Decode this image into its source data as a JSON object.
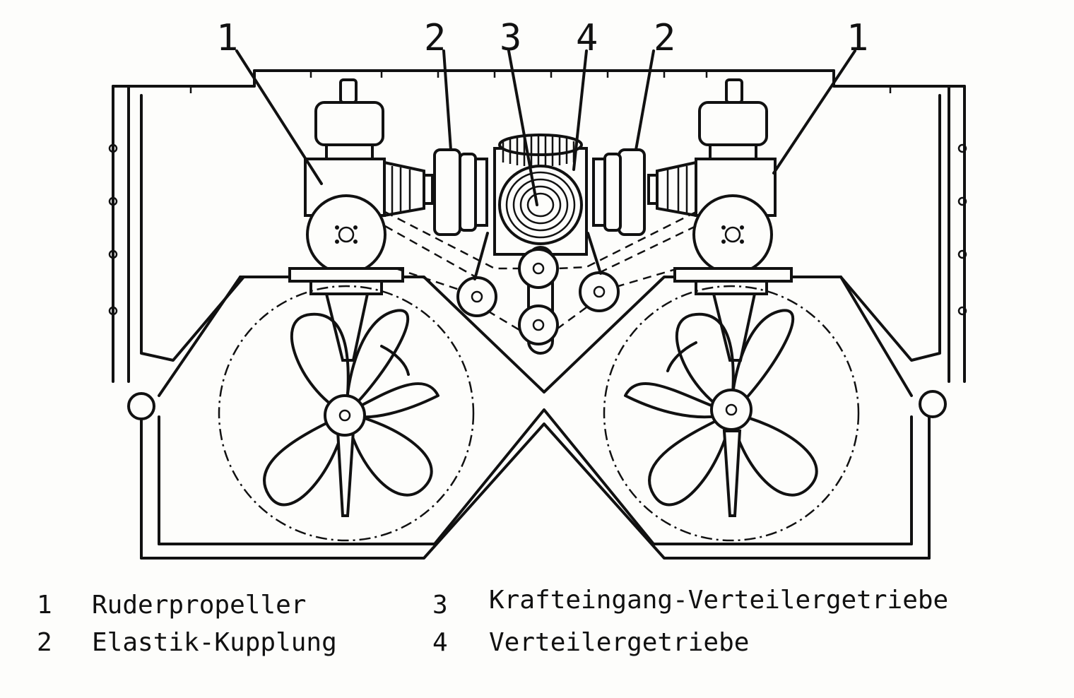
{
  "callouts": [
    "1",
    "2",
    "3",
    "4",
    "2",
    "1"
  ],
  "legend": [
    {
      "num": "1",
      "text": "Ruderpropeller"
    },
    {
      "num": "2",
      "text": "Elastik-Kupplung"
    },
    {
      "num": "3",
      "text": "Krafteingang-Verteilergetriebe"
    },
    {
      "num": "4",
      "text": "Verteilergetriebe"
    }
  ]
}
